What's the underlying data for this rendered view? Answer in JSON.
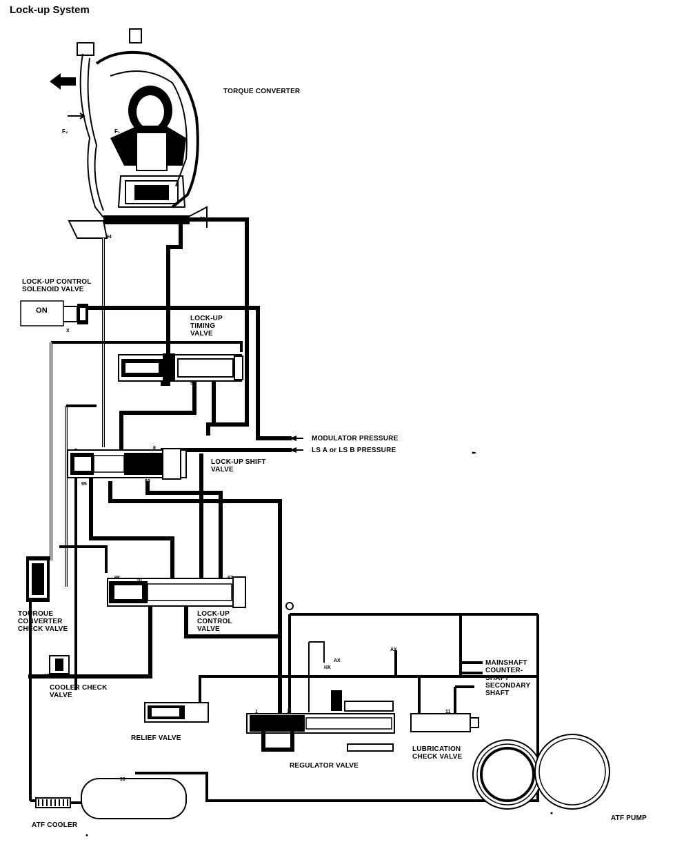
{
  "title": "Lock-up System",
  "labels": {
    "torque_converter": "TORQUE CONVERTER",
    "lockup_control_solenoid": "LOCK-UP CONTROL\nSOLENOID VALVE",
    "solenoid_state": "ON",
    "lockup_timing_valve": "LOCK-UP\nTIMING\nVALVE",
    "modulator_pressure": "MODULATOR PRESSURE",
    "ls_pressure": "LS A or LS B PRESSURE",
    "lockup_shift_valve": "LOCK-UP SHIFT\nVALVE",
    "torque_converter_check_valve": "TOUROUE\nCONVERTER\nCHECK VALVE",
    "lockup_control_valve": "LOCK-UP\nCONTROL\nVALVE",
    "cooler_check_valve": "COOLER CHECK\nVALVE",
    "relief_valve": "RELIEF VALVE",
    "regulator_valve": "REGULATOR VALVE",
    "lubrication_check_valve": "LUBRICATION\nCHECK VALVE",
    "mainshaft": "MAINSHAFT",
    "countershaft": "COUNTER-\nSHAFT",
    "secondary_shaft": "SECONDARY\nSHAFT",
    "atf_cooler": "ATF COOLER",
    "atf_pump": "ATF PUMP"
  },
  "force_labels": {
    "f2": "F₂",
    "f1": "F₁"
  },
  "port_labels": {
    "p91_top": "91",
    "p96": "96",
    "p94": "94",
    "p92": "92",
    "p93": "93",
    "p95": "95",
    "p97": "97",
    "p98": "98",
    "p99": "99",
    "p1": "1",
    "p3": "3",
    "p6": "6",
    "p8": "8",
    "p11": "11",
    "p15": "15",
    "p10": "10",
    "ax1": "AX",
    "ax2": "AX",
    "hx": "HX",
    "x": "X"
  },
  "colors": {
    "line": "#000000",
    "background": "#ffffff"
  }
}
